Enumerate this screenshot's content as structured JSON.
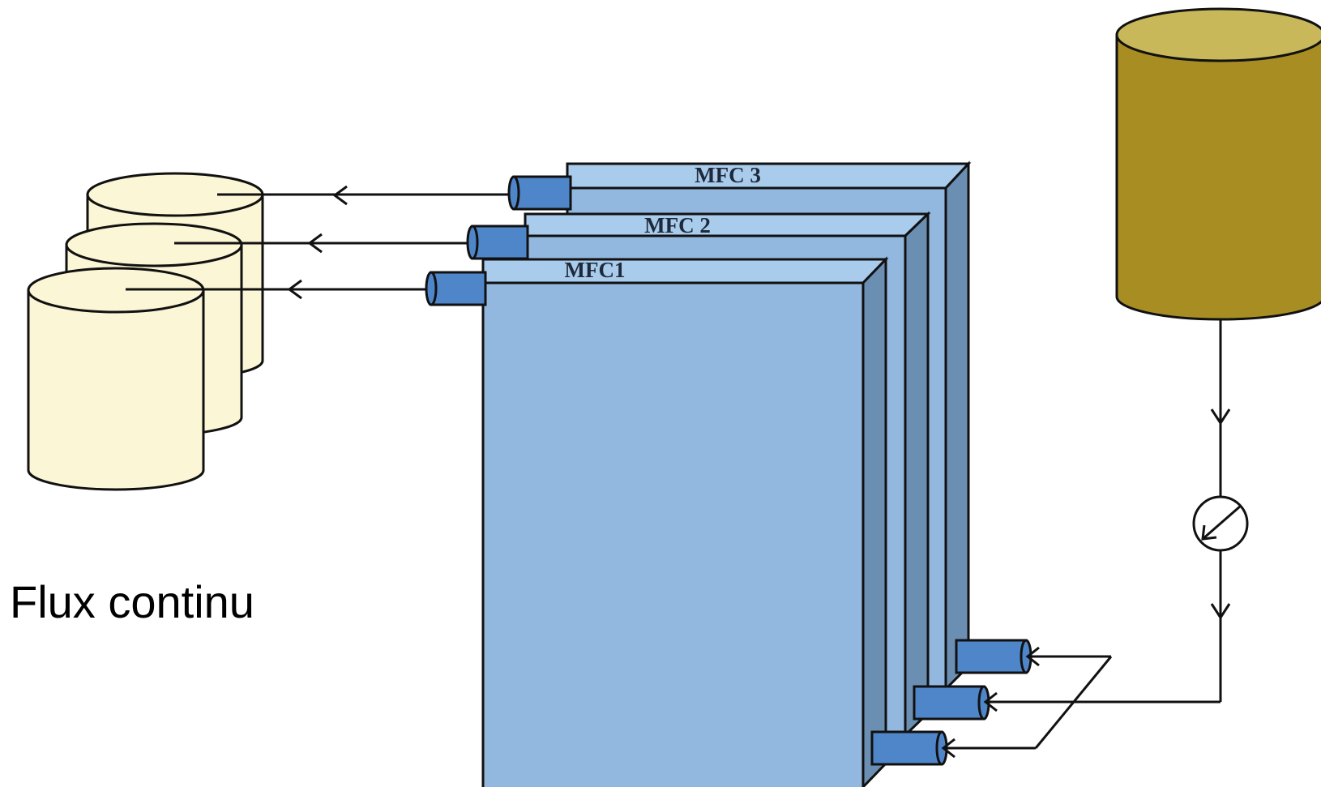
{
  "diagram": {
    "caption": "Flux continu",
    "cells": [
      {
        "id": "mfc3",
        "label": "MFC 3"
      },
      {
        "id": "mfc2",
        "label": "MFC 2"
      },
      {
        "id": "mfc1",
        "label": "MFC1"
      }
    ],
    "colors": {
      "cell_front": "#93b8df",
      "cell_top": "#a9cbec",
      "cell_side": "#6b8fb3",
      "port": "#4f86c9",
      "collector_tank": "#fbf6d6",
      "feed_tank_body": "#a88e22",
      "feed_tank_top": "#c9b85a",
      "line": "#111111"
    },
    "icons": [
      "collector-tank-icon",
      "feed-tank-icon",
      "pump-icon",
      "arrow-icon"
    ]
  }
}
